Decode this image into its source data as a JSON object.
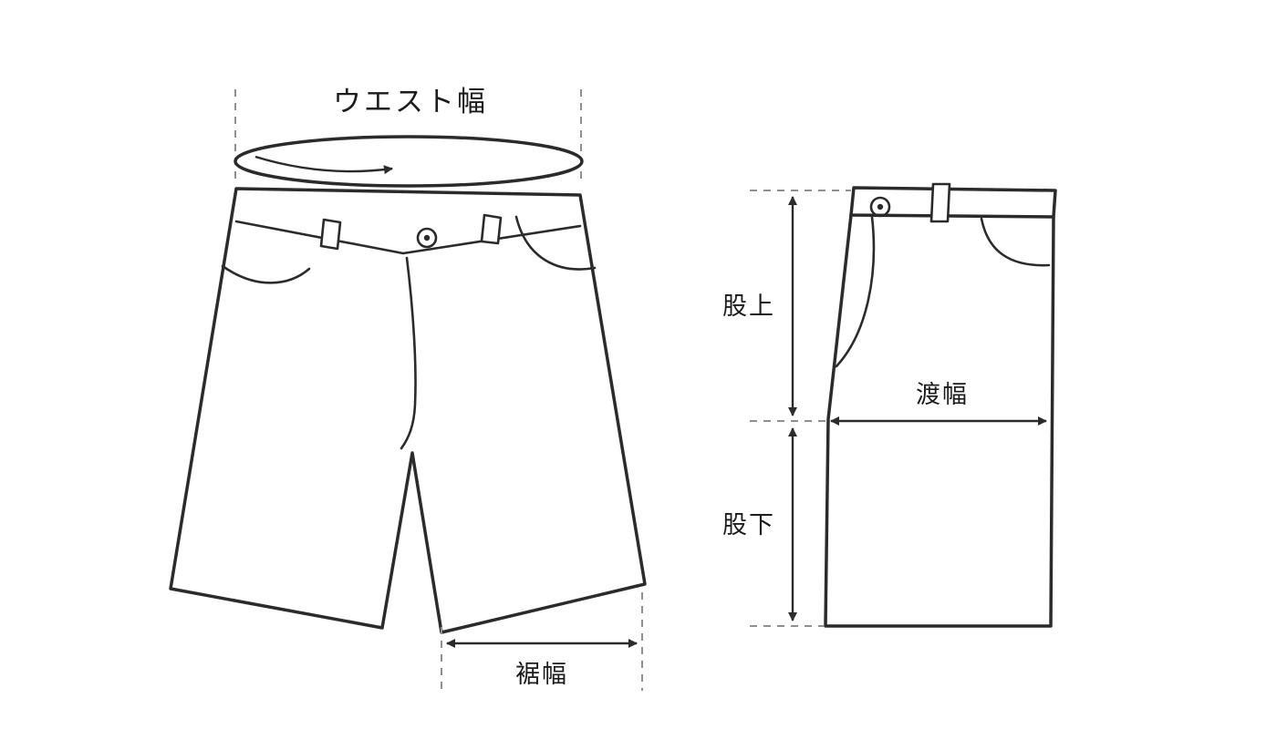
{
  "diagram": {
    "title": "shorts-measurement-guide",
    "colors": {
      "background": "#ffffff",
      "line": "#2b2b2b",
      "guide": "#8f8f8f",
      "text": "#1c1c1c"
    },
    "front_view": {
      "waist_label": "ウエスト幅",
      "hem_label": "裾幅"
    },
    "side_view": {
      "rise_label": "股上",
      "thigh_label": "渡幅",
      "inseam_label": "股下"
    }
  }
}
